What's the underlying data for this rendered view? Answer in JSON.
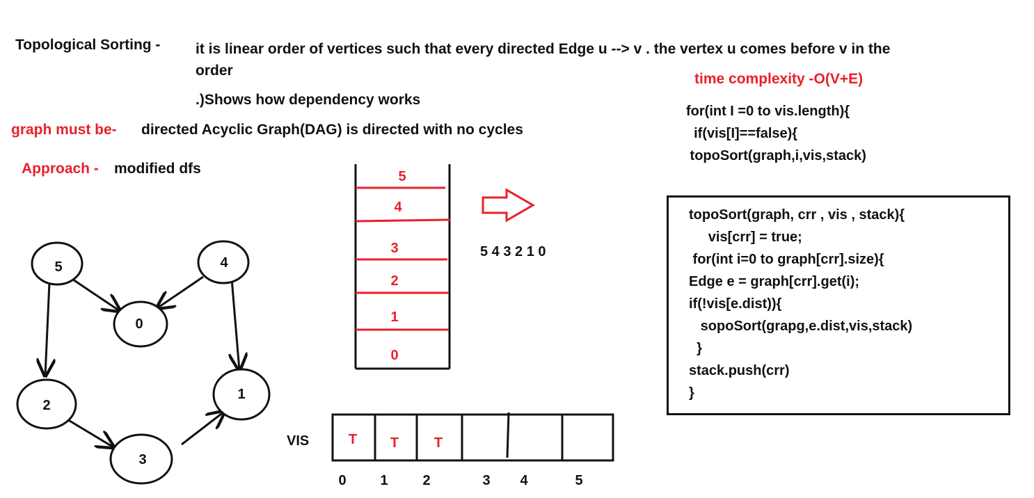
{
  "header": {
    "title_label": "Topological Sorting -",
    "definition_line1": "it is linear order of vertices such that every directed Edge u --> v . the vertex u comes before v in the",
    "definition_line2": "order",
    "dependency_note": ".)Shows how dependency works",
    "graph_must_be_label": "graph must be-",
    "graph_must_be_value": "directed Acyclic Graph(DAG) is directed with no cycles",
    "approach_label": "Approach -",
    "approach_value": "modified dfs"
  },
  "complexity": {
    "text": "time complexity -O(V+E)"
  },
  "driver_code": {
    "lines": [
      "for(int I =0 to vis.length){",
      "  if(vis[I]==false){",
      " topoSort(graph,i,vis,stack)"
    ]
  },
  "function_code": {
    "lines": [
      "topoSort(graph, crr , vis , stack){",
      "     vis[crr] = true;",
      " for(int i=0 to graph[crr].size){",
      "Edge e = graph[crr].get(i);",
      "if(!vis[e.dist)){",
      "   sopoSort(grapg,e.dist,vis,stack)",
      "  }",
      "stack.push(crr)",
      "}"
    ]
  },
  "graph": {
    "nodes": [
      "5",
      "4",
      "0",
      "2",
      "1",
      "3"
    ],
    "edges": [
      [
        "5",
        "0"
      ],
      [
        "4",
        "0"
      ],
      [
        "5",
        "2"
      ],
      [
        "4",
        "1"
      ],
      [
        "2",
        "3"
      ],
      [
        "3",
        "1"
      ]
    ]
  },
  "stack": {
    "items_top_to_bottom": [
      "5",
      "4",
      "3",
      "2",
      "1",
      "0"
    ]
  },
  "result": {
    "order": "5 4 3 2 1 0"
  },
  "vis": {
    "label": "VIS",
    "cells": [
      "T",
      "T",
      "T",
      "",
      "",
      ""
    ],
    "indices": [
      "0",
      "1",
      "2",
      "3",
      "4",
      "5"
    ]
  },
  "colors": {
    "accent_red": "#e8202a",
    "ink": "#111111"
  }
}
